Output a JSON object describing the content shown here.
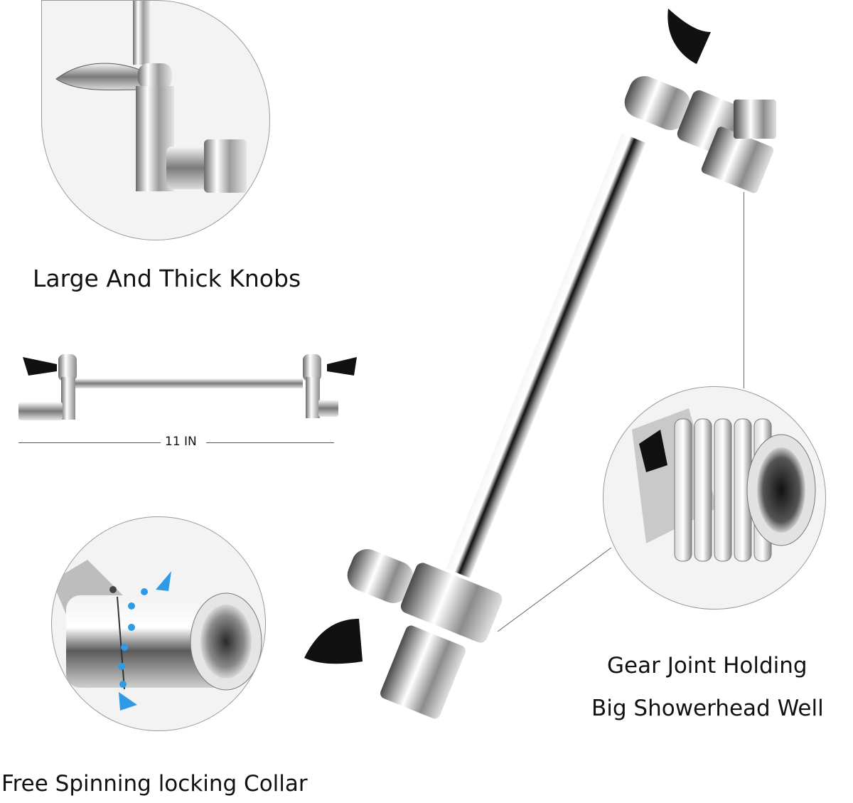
{
  "captions": {
    "knobs": "Large And Thick Knobs",
    "dimension": "11 IN",
    "gear_line1": "Gear Joint Holding",
    "gear_line2": "Big Showerhead Well",
    "collar": "Free Spinning locking Collar"
  },
  "colors": {
    "background": "#ffffff",
    "circle_border": "#9a9a9a",
    "chrome_dark": "#2a2a2a",
    "chrome_light": "#e8e8e8",
    "arrow_blue": "#2f9be6"
  },
  "icons": [
    "rotation-arrow-up-icon",
    "rotation-arrow-down-icon"
  ]
}
